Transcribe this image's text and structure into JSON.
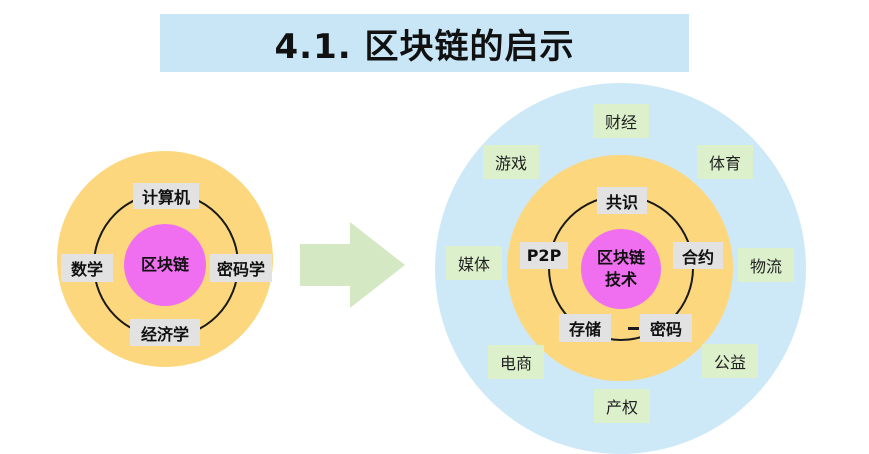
{
  "title": "4.1. 区块链的启示",
  "left_diagram": {
    "center": "区块链",
    "top": "计算机",
    "left": "数学",
    "right": "密码学",
    "bottom": "经济学"
  },
  "right_diagram": {
    "center_line1": "区块链",
    "center_line2": "技术",
    "inner": {
      "top": "共识",
      "left": "P2P",
      "right": "合约",
      "bottom_left": "存储",
      "bottom_right": "密码"
    },
    "outer": [
      "财经",
      "体育",
      "物流",
      "公益",
      "产权",
      "电商",
      "媒体",
      "游戏"
    ]
  },
  "colors": {
    "title_bg": "#c9e6f7",
    "yellow_ring": "#fcd77e",
    "core_pink": "#f06ff0",
    "arrow_green": "#d5e8c4",
    "outer_blue": "#cde9f7",
    "outer_tag_bg": "#dcf0cc",
    "inner_tag_bg": "#e2e2e2"
  }
}
